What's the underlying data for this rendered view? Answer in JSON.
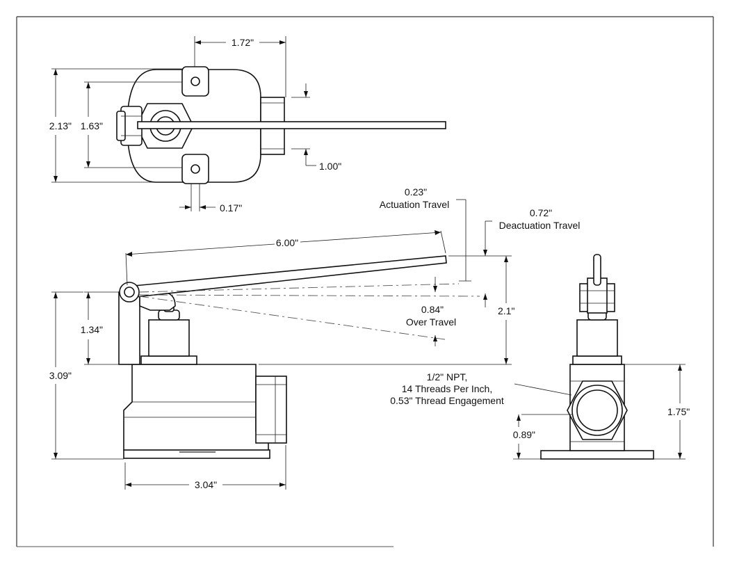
{
  "dimensions": {
    "top_width": "1.72\"",
    "top_height_outer": "2.13\"",
    "top_height_inner": "1.63\"",
    "top_body_width": "1.00\"",
    "top_hole": "0.17\"",
    "actuation_value": "0.23\"",
    "actuation_label": "Actuation Travel",
    "deactuation_value": "0.72\"",
    "deactuation_label": "Deactuation Travel",
    "arm_length": "6.00\"",
    "overtravel_value": "0.84\"",
    "overtravel_label": "Over Travel",
    "arm_height": "2.1\"",
    "pivot_height": "1.34\"",
    "total_height": "3.09\"",
    "base_width": "3.04\"",
    "npt_line1": "1/2\" NPT,",
    "npt_line2": "14 Threads Per Inch,",
    "npt_line3": "0.53\" Thread Engagement",
    "port_height": "0.89\"",
    "side_height": "1.75\""
  }
}
